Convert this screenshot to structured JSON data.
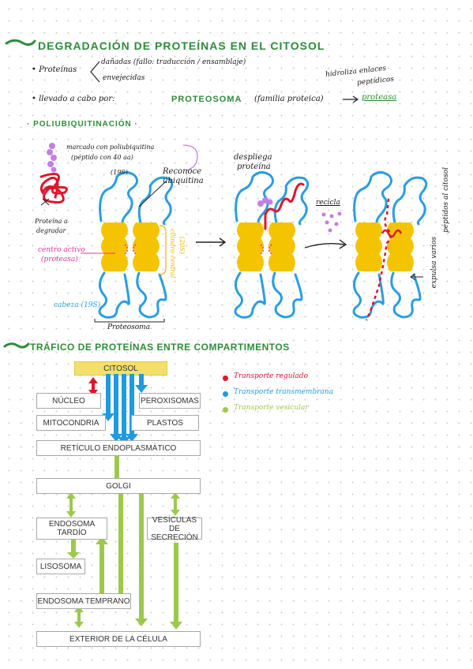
{
  "section1": {
    "title": "DEGRADACIÓN DE PROTEÍNAS EN EL CITOSOL",
    "proteinas_label": "Proteínas",
    "danadas": "dañadas (fallo: traducción / ensamblaje)",
    "envejecidas": "envejecidas",
    "hidroliza": "hidroliza enlaces",
    "peptidicos": "peptídicos",
    "llevado": "llevado a cabo por:",
    "proteosoma": "PROTEOSOMA",
    "familia": "(familia proteica)",
    "proteasa": "proteasa"
  },
  "poliubiquitinacion": {
    "title": "POLIUBIQUITINACIÓN",
    "marcado": "marcado con poliubiquitina",
    "peptido": "(péptido con 40 aa)",
    "proteina_degradar_1": "Proteína a",
    "proteina_degradar_2": "degradar",
    "subunidad_19s_top": "(19S)",
    "reconoce_1": "Reconoce",
    "reconoce_2": "ubiquitina",
    "centro_activo_1": "centro activo",
    "centro_activo_2": "(proteasa)",
    "cilindro_1": "cilindro central",
    "cilindro_2": "(20S)",
    "cabeza": "cabeza (19S)",
    "proteosoma_label": "Proteosoma",
    "despliega_1": "despliega",
    "despliega_2": "proteína",
    "recicla": "recicla",
    "expulsa_1": "expulsa varios",
    "expulsa_2": "péptidos al citosol"
  },
  "section2": {
    "title": "TRÁFICO DE PROTEÍNAS ENTRE COMPARTIMENTOS",
    "citosol": "CITOSOL",
    "nucleo": "NÚCLEO",
    "peroxisomas": "PEROXISOMAS",
    "mitocondria": "MITOCONDRIA",
    "plastos": "PLASTOS",
    "reticulo": "RETÍCULO ENDOPLASMÁTICO",
    "golgi": "GOLGI",
    "endosoma_tardio": "ENDOSOMA TARDÍO",
    "vesiculas": "VESÍCULAS DE SECRECIÓN",
    "lisosoma": "LISOSOMA",
    "endosoma_temprano": "ENDOSOMA TEMPRANO",
    "exterior": "EXTERIOR DE LA CÉLULA"
  },
  "legend": [
    {
      "label": "Transporte regulado",
      "color": "#e0152b"
    },
    {
      "label": "Transporte transmembrana",
      "color": "#1e9be0"
    },
    {
      "label": "Transporte vesicular",
      "color": "#9cc94a"
    }
  ],
  "colors": {
    "title_green": "#2e8b3a",
    "proteasome_yellow": "#f5c400",
    "cap_blue": "#2a9de0",
    "protein_red": "#e0152b",
    "ubiquitin_purple": "#c57ee6",
    "active_pink": "#e8359b",
    "citosol_box": "#f3df6a"
  }
}
